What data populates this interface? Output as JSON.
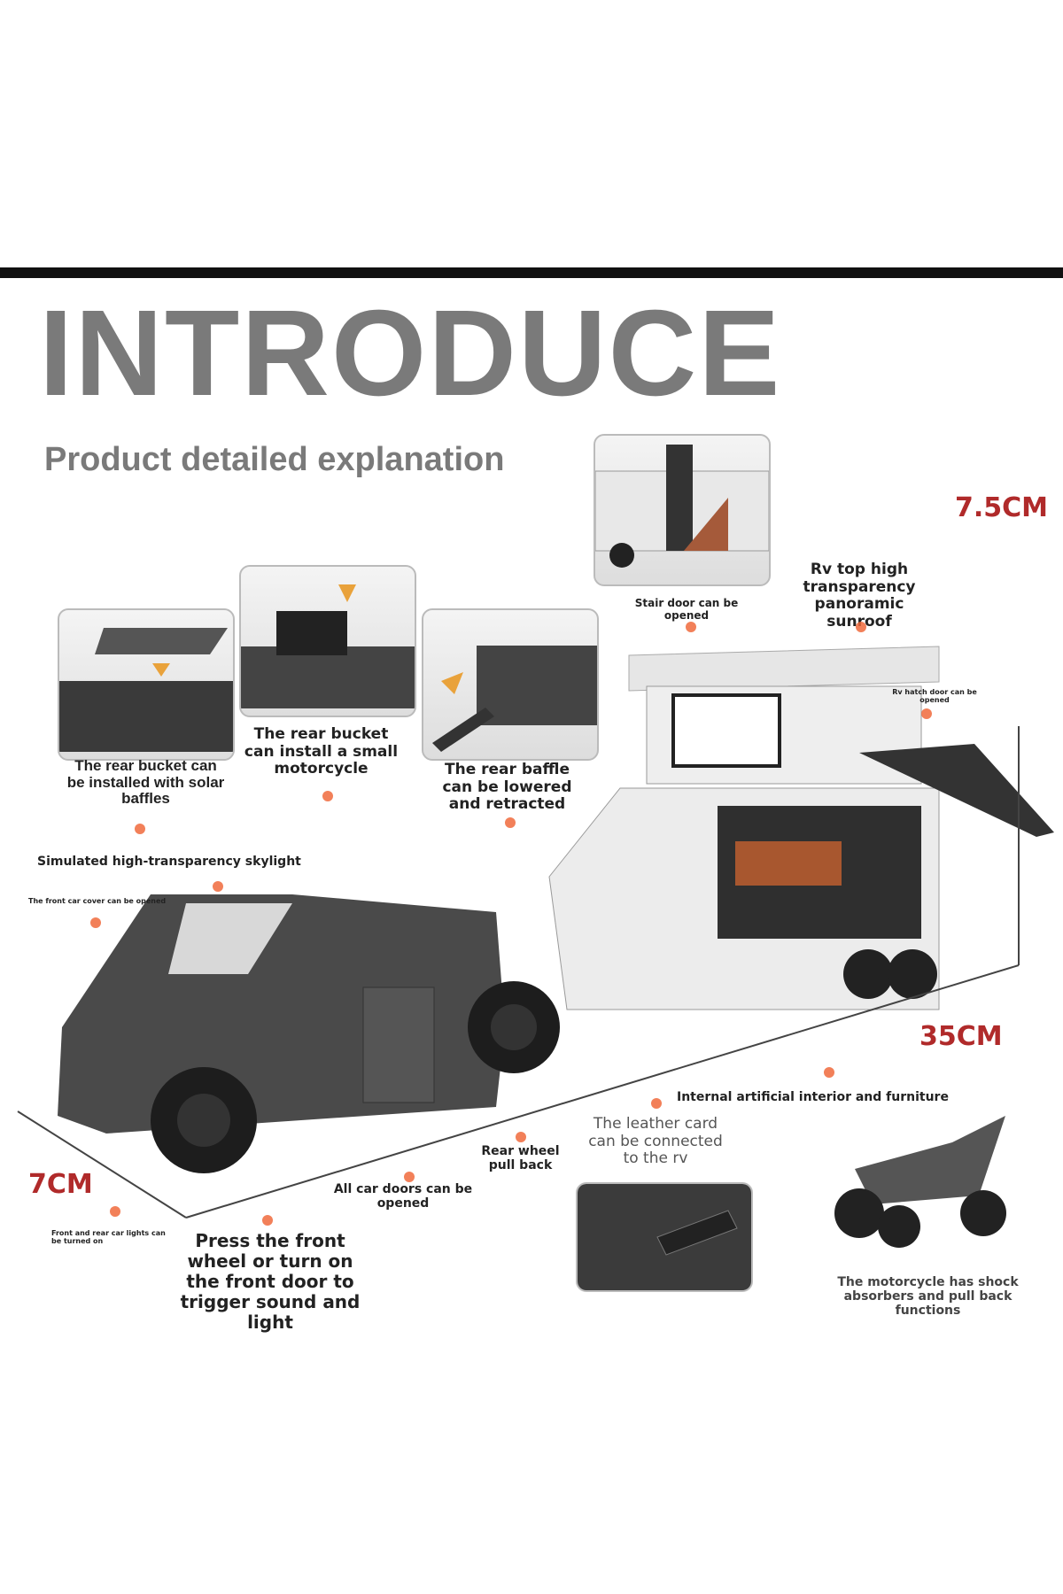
{
  "header": {
    "title": "INTRODUCE",
    "subtitle": "Product detailed explanation"
  },
  "dimensions": {
    "height": "7.5CM",
    "length": "35CM",
    "width": "7CM"
  },
  "labels": {
    "stair_door": "Stair door can be opened",
    "sunroof": "Rv top high transparency panoramic sunroof",
    "hatch": "Rv hatch door can be opened",
    "solar": "The rear bucket can be installed with solar baffles",
    "motorcycle": "The rear bucket can install a small motorcycle",
    "baffle": "The rear baffle can be lowered and retracted",
    "skylight": "Simulated high-transparency skylight",
    "front_cover": "The front car cover can be opened",
    "interior": "Internal artificial interior and furniture",
    "leather_card": "The leather card can be connected to the rv",
    "pull_back": "Rear wheel pull back",
    "doors": "All car doors can be opened",
    "lights": "Front and rear car lights can be turned on",
    "sound_light": "Press the front wheel or turn on the front door to trigger sound and light",
    "moto_shock": "The motorcycle has shock absorbers and pull back functions"
  },
  "colors": {
    "accent": "#f06a3c",
    "title": "#7a7a7a",
    "dimension": "#b02a2a"
  }
}
